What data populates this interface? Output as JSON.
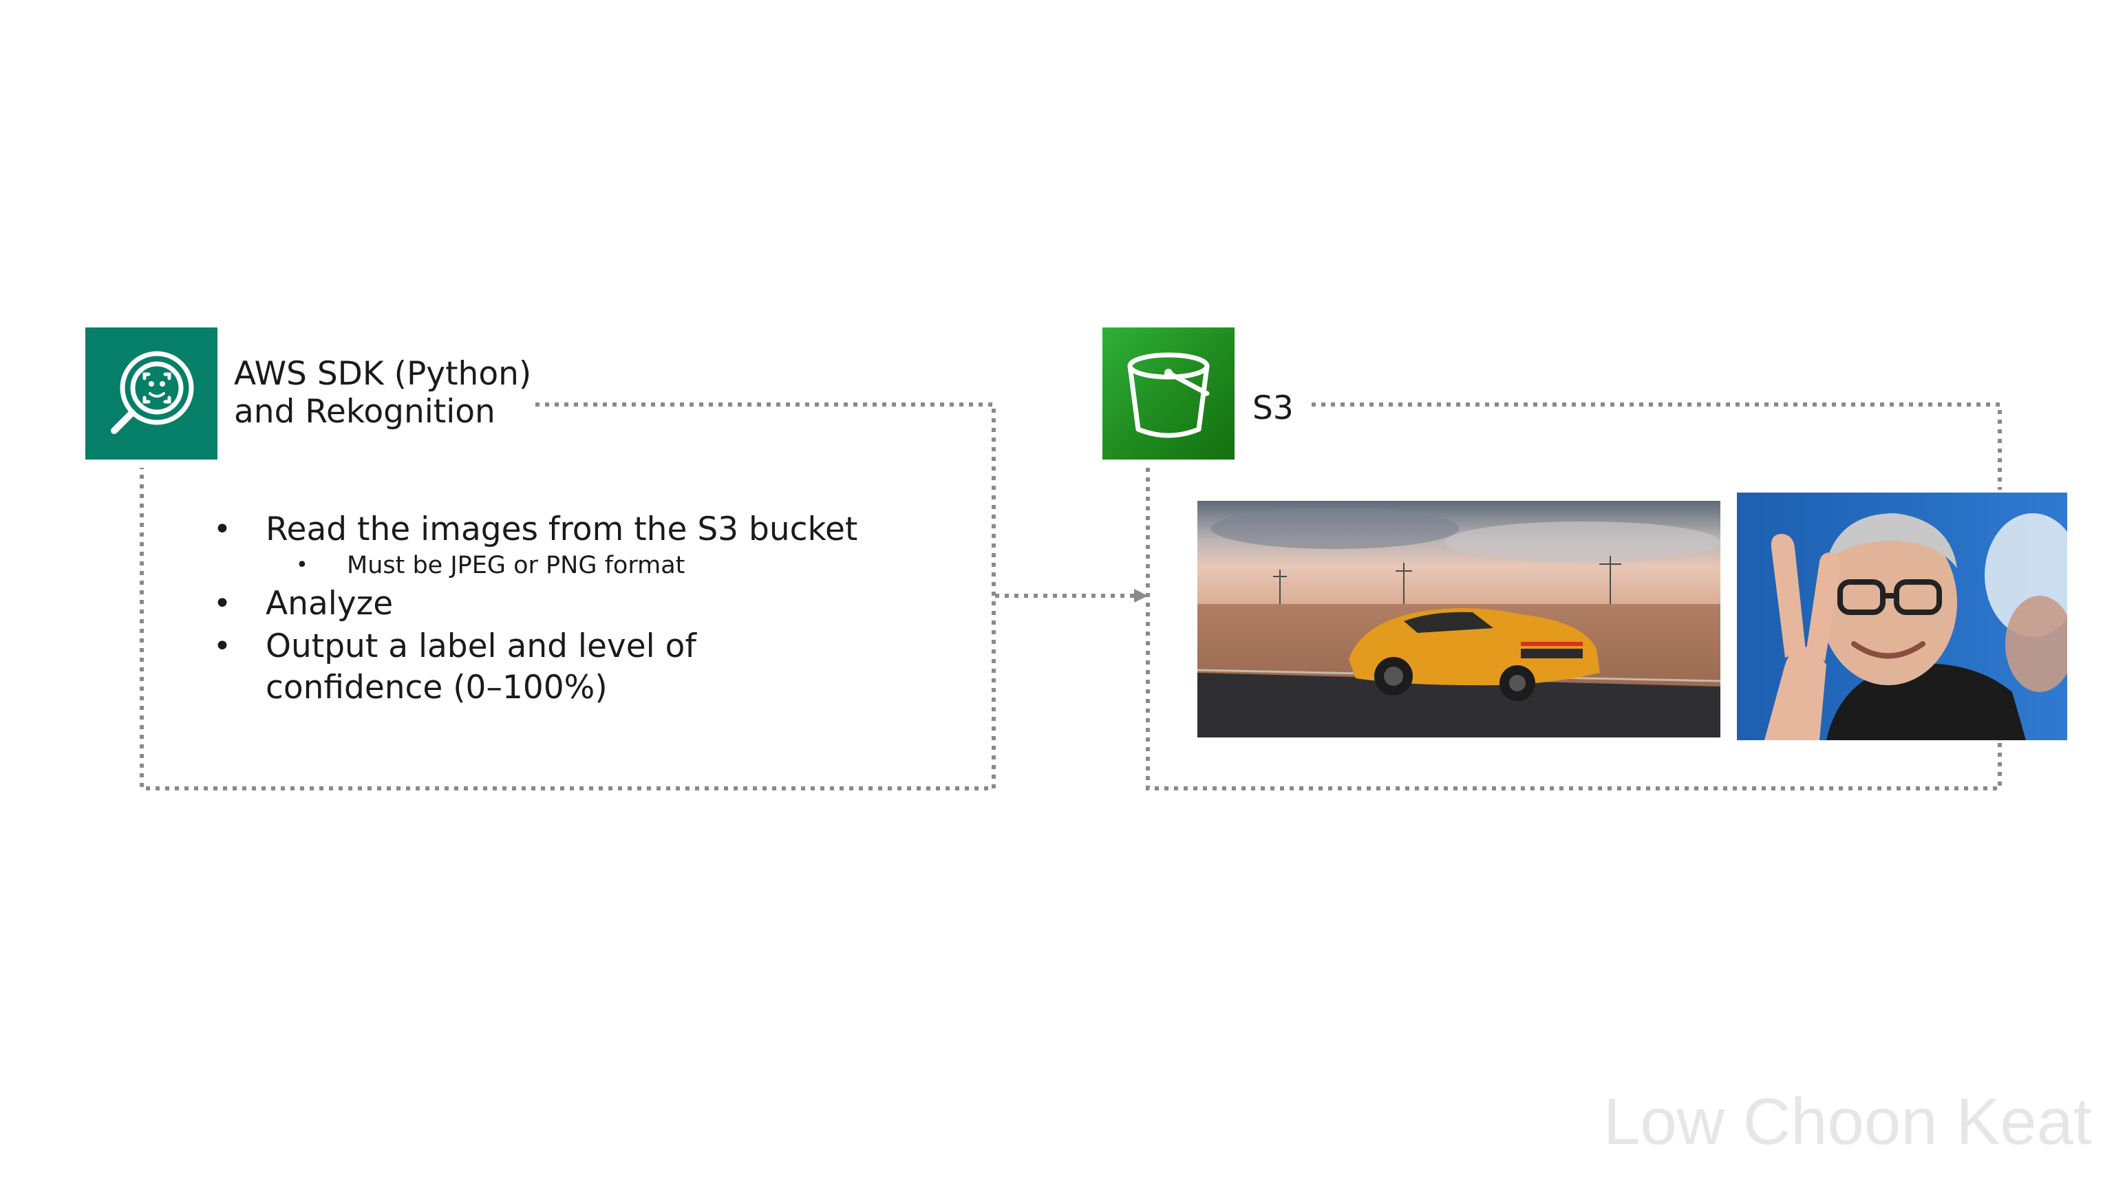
{
  "rekognition": {
    "icon": "rekognition-magnifier-icon",
    "title_line1": "AWS SDK (Python)",
    "title_line2": "and Rekognition",
    "icon_color": "#067f68"
  },
  "s3": {
    "icon": "s3-bucket-icon",
    "title": "S3",
    "icon_color": "#2a9d2a"
  },
  "bullets": {
    "read": "Read the images from the S3 bucket",
    "read_sub": "Must be JPEG or PNG format",
    "analyze": "Analyze",
    "output": "Output a label and level of confidence (0–100%)"
  },
  "images": {
    "car": "sports-car-photo",
    "person": "person-peace-sign-photo"
  },
  "watermark": "Low Choon Keat"
}
